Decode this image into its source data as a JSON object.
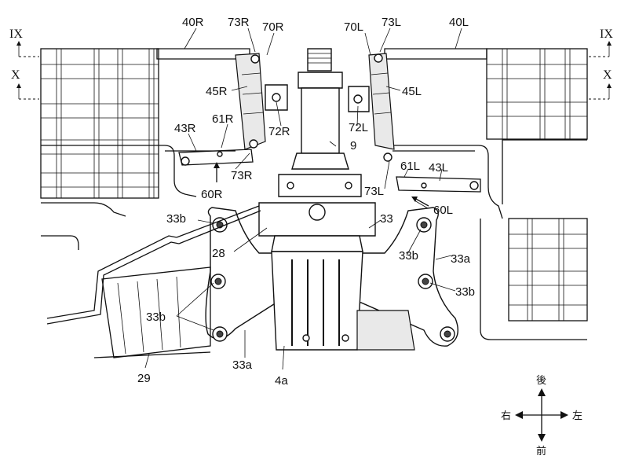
{
  "labels": {
    "l40R": "40R",
    "l73R_top": "73R",
    "l70R": "70R",
    "l70L": "70L",
    "l73L_top": "73L",
    "l40L": "40L",
    "l45R": "45R",
    "l45L": "45L",
    "l72R": "72R",
    "l72L": "72L",
    "l9": "9",
    "l43R": "43R",
    "l61R": "61R",
    "l73R_low": "73R",
    "l60R": "60R",
    "l61L": "61L",
    "l43L": "43L",
    "l73L_low": "73L",
    "l60L": "60L",
    "l33b_1": "33b",
    "l33_main": "33",
    "l28": "28",
    "l33b_2": "33b",
    "l33a_1": "33a",
    "l33b_3": "33b",
    "l33b_4": "33b",
    "l33a_2": "33a",
    "l4a": "4a",
    "l29": "29"
  },
  "section_markers": {
    "ix_left": "IX",
    "x_left": "X",
    "ix_right": "IX",
    "x_right": "X"
  },
  "compass": {
    "rear": "後",
    "front": "前",
    "right": "右",
    "left": "左"
  }
}
